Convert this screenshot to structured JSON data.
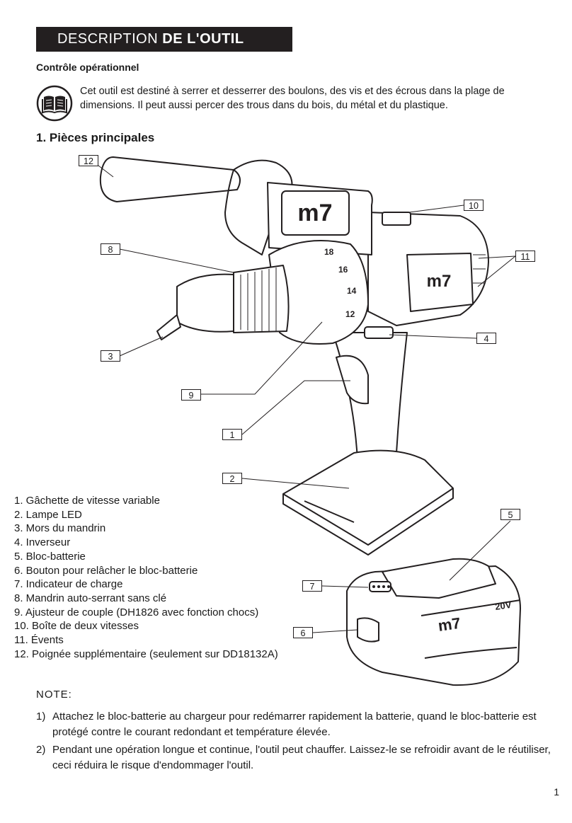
{
  "header": {
    "title_regular": "DESCRIPTION",
    "title_bold": "DE L'OUTIL"
  },
  "operation": {
    "heading": "Contrôle opérationnel",
    "icon": "manual-book-icon",
    "text": "Cet outil est destiné à serrer et desserrer des boulons, des vis et des écrous dans la plage de dimensions. Il peut aussi percer des trous dans du bois, du métal et du plastique."
  },
  "parts": {
    "heading": "1. Pièces principales",
    "callouts": [
      "12",
      "10",
      "8",
      "11",
      "3",
      "4",
      "9",
      "1",
      "2",
      "5",
      "7",
      "6"
    ],
    "items": [
      "1. Gâchette de vitesse variable",
      "2. Lampe LED",
      "3. Mors du mandrin",
      "4. Inverseur",
      "5. Bloc-batterie",
      "6. Bouton pour relâcher le bloc-batterie",
      "7. Indicateur de charge",
      "8. Mandrin auto-serrant sans clé",
      "9. Ajusteur de couple (DH1826 avec fonction chocs)",
      "10. Boîte de deux vitesses",
      "11. Évents",
      "12. Poignée supplémentaire (seulement sur DD18132A)"
    ],
    "diagram_text": {
      "brand": "m7",
      "voltage": "20V",
      "torque_marks": [
        "18",
        "16",
        "14",
        "12"
      ]
    }
  },
  "notes": {
    "title": "NOTE:",
    "items": [
      {
        "num": "1)",
        "text": "Attachez le bloc-batterie au chargeur pour redémarrer rapidement la batterie, quand le bloc-batterie est protégé contre le courant redondant et température élevée."
      },
      {
        "num": "2)",
        "text": "Pendant une opération longue et continue, l'outil peut chauffer. Laissez-le se refroidir avant de le réutiliser, ceci réduira le risque d'endommager l'outil."
      }
    ]
  },
  "page_number": "1"
}
